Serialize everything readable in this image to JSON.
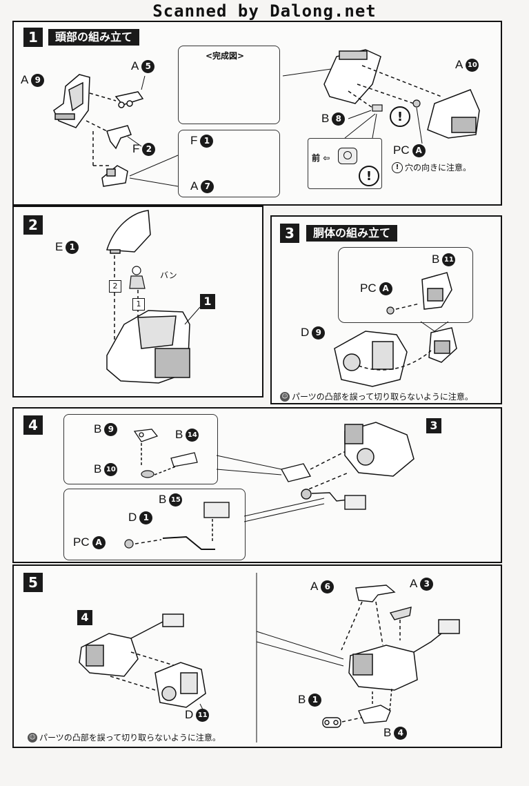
{
  "header": {
    "scan_credit": "Scanned by Dalong.net"
  },
  "steps": {
    "s1": {
      "number": "1",
      "title": "頭部の組み立て",
      "complete_label": "<完成図>",
      "parts": {
        "a9": {
          "letter": "A",
          "num": "9"
        },
        "a5": {
          "letter": "A",
          "num": "5"
        },
        "f2": {
          "letter": "F",
          "num": "2"
        },
        "f1": {
          "letter": "F",
          "num": "1"
        },
        "a7": {
          "letter": "A",
          "num": "7"
        },
        "a10": {
          "letter": "A",
          "num": "10"
        },
        "b8": {
          "letter": "B",
          "num": "8"
        },
        "pca": {
          "letter": "PC",
          "num": "A"
        }
      },
      "front_label": "前",
      "note": "穴の向きに注意。"
    },
    "s2": {
      "number": "2",
      "parts": {
        "e1": {
          "letter": "E",
          "num": "1"
        }
      },
      "pilot_label": "バン",
      "order1": "1",
      "order2": "2",
      "ref": "1"
    },
    "s3": {
      "number": "3",
      "title": "胴体の組み立て",
      "parts": {
        "b11": {
          "letter": "B",
          "num": "11"
        },
        "pca": {
          "letter": "PC",
          "num": "A"
        },
        "d9": {
          "letter": "D",
          "num": "9"
        }
      },
      "note": "パーツの凸部を誤って切り取らないように注意。"
    },
    "s4": {
      "number": "4",
      "ref": "3",
      "parts": {
        "b9": {
          "letter": "B",
          "num": "9"
        },
        "b14": {
          "letter": "B",
          "num": "14"
        },
        "b10": {
          "letter": "B",
          "num": "10"
        },
        "b15": {
          "letter": "B",
          "num": "15"
        },
        "d1": {
          "letter": "D",
          "num": "1"
        },
        "pca": {
          "letter": "PC",
          "num": "A"
        }
      }
    },
    "s5": {
      "number": "5",
      "ref": "4",
      "parts": {
        "d11": {
          "letter": "D",
          "num": "11"
        },
        "a6": {
          "letter": "A",
          "num": "6"
        },
        "a3": {
          "letter": "A",
          "num": "3"
        },
        "b1": {
          "letter": "B",
          "num": "1"
        },
        "b4": {
          "letter": "B",
          "num": "4"
        }
      },
      "note": "パーツの凸部を誤って切り取らないように注意。"
    }
  },
  "icons": {
    "caution": "caution-face-icon",
    "exclamation": "exclamation-circle-icon",
    "arrow_left": "arrow-left-icon"
  }
}
